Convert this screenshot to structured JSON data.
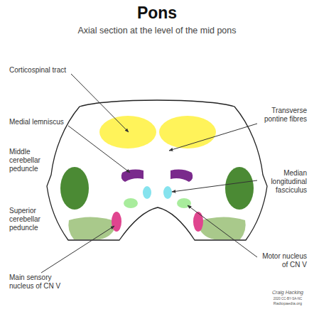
{
  "diagram": {
    "title": "Pons",
    "labels": [
      "Axial section at the level of the mid pons",
      "Corticospinal tract",
      "Transverse pontine fibres",
      "Medial lemniscus",
      "Median longitudinal fasciculus",
      "Middle cerebellar peduncle",
      "Superior cerebellar peduncle",
      "Motor nucleus of CN V",
      "Main sensory nucleus of CN V",
      "Craig Hacking",
      "2020 CC-BY-SA-NC",
      "Radiopaedia.org"
    ]
  }
}
